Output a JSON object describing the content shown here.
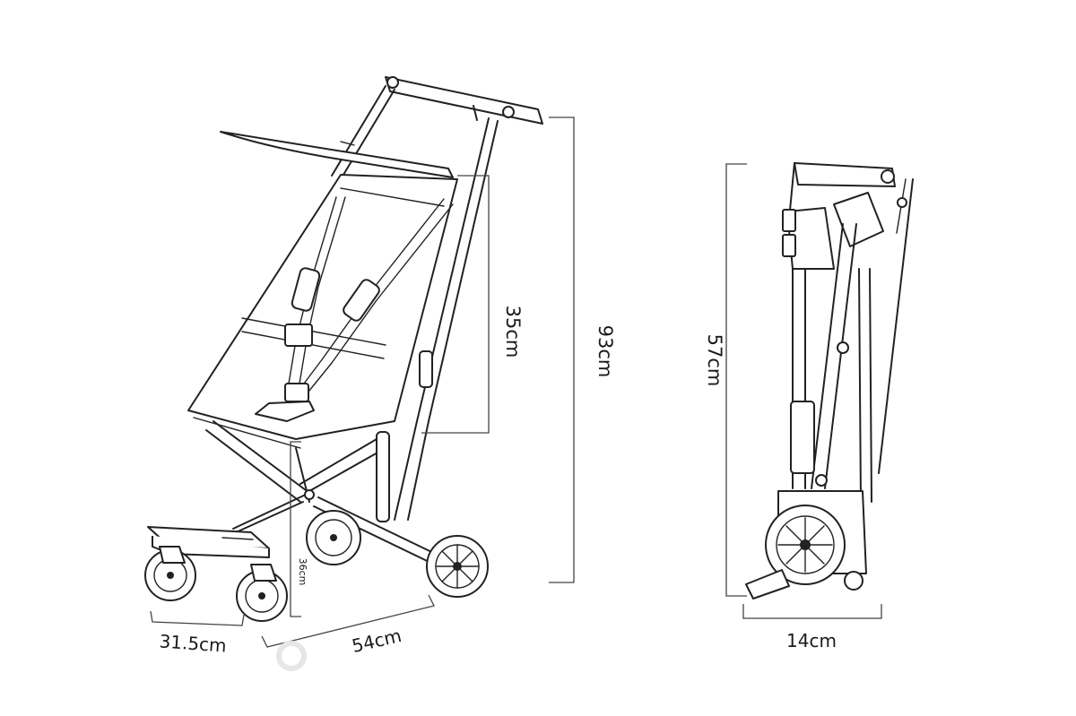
{
  "diagram": {
    "unfolded_dimensions": {
      "backrest_height": "35cm",
      "total_height": "93cm",
      "seat_height": "36cm",
      "width": "31.5cm",
      "length": "54cm"
    },
    "folded_dimensions": {
      "height": "57cm",
      "depth": "14cm"
    },
    "colors": {
      "line": "#222222",
      "background": "#ffffff"
    }
  }
}
